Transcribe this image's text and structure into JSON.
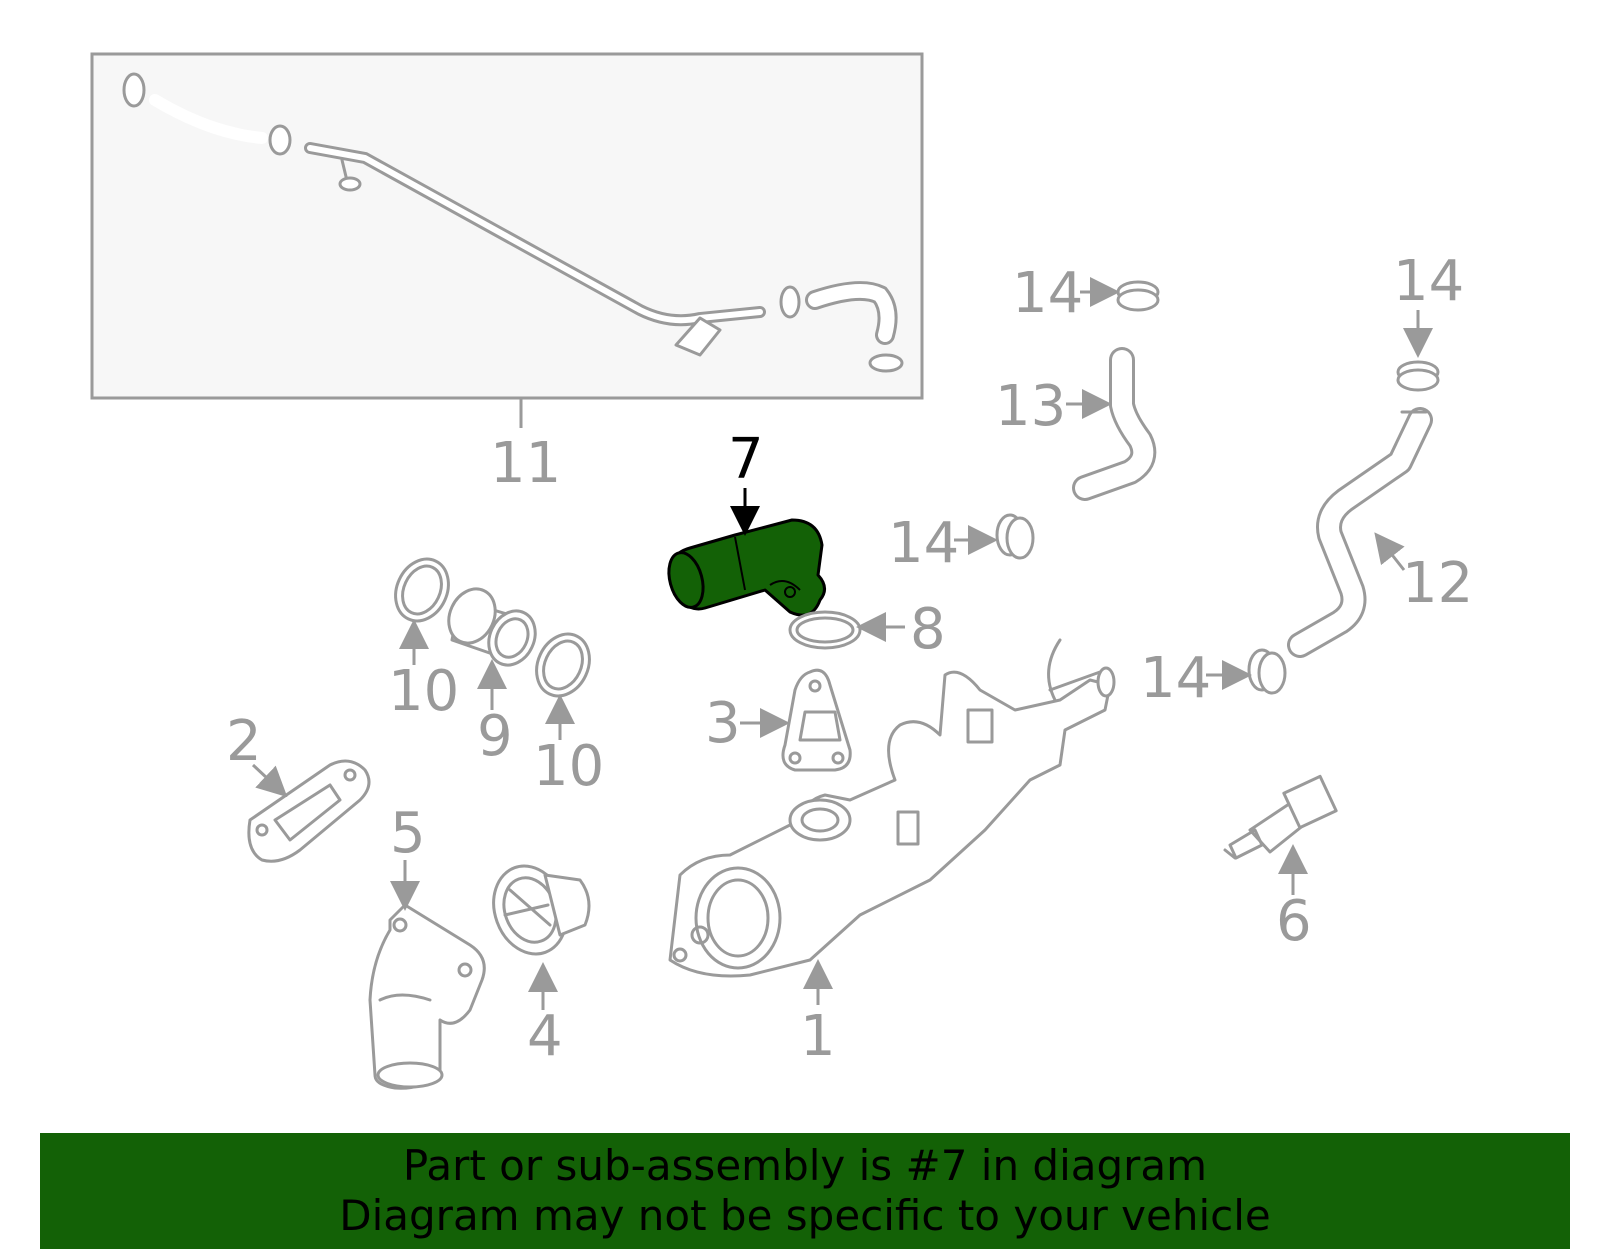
{
  "colors": {
    "highlight": "#136106",
    "line_gray": "#9a9a9a",
    "banner_bg": "#136106"
  },
  "callouts": [
    {
      "id": "c1",
      "text": "1"
    },
    {
      "id": "c2",
      "text": "2"
    },
    {
      "id": "c3",
      "text": "3"
    },
    {
      "id": "c4",
      "text": "4"
    },
    {
      "id": "c5",
      "text": "5"
    },
    {
      "id": "c6",
      "text": "6"
    },
    {
      "id": "c7",
      "text": "7",
      "highlighted": true
    },
    {
      "id": "c8",
      "text": "8"
    },
    {
      "id": "c9",
      "text": "9"
    },
    {
      "id": "c10a",
      "text": "10"
    },
    {
      "id": "c10b",
      "text": "10"
    },
    {
      "id": "c11",
      "text": "11"
    },
    {
      "id": "c12",
      "text": "12"
    },
    {
      "id": "c13",
      "text": "13"
    },
    {
      "id": "c14a",
      "text": "14"
    },
    {
      "id": "c14b",
      "text": "14"
    },
    {
      "id": "c14c",
      "text": "14"
    },
    {
      "id": "c14d",
      "text": "14"
    }
  ],
  "banner": {
    "line1": "Part or sub-assembly is #7 in diagram",
    "line2": "Diagram may not be specific to your vehicle"
  }
}
